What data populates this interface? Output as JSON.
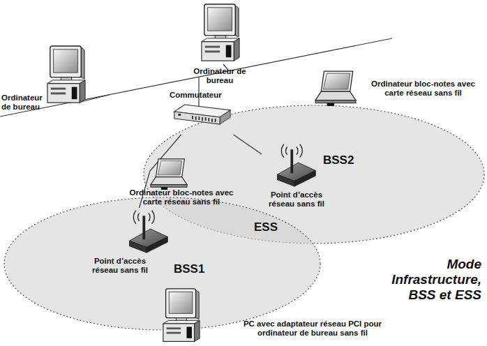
{
  "diagram": {
    "caption": "Mode Infrastructure, BSS et ESS",
    "nodes": [
      {
        "text": [
          "Ordinateur de bureau"
        ]
      },
      {
        "text": [
          "Ordinateur de bureau"
        ]
      },
      {
        "text": [
          "Commutateur"
        ]
      },
      {
        "text": [
          "Ordinateur bloc-notes avec carte réseau sans fil"
        ]
      },
      {
        "text": [
          "BSS2"
        ]
      },
      {
        "text": [
          "Point d’accès réseau sans fil"
        ],
        "in": 4
      },
      {
        "text": [
          "Ordinateur bloc-notes avec carte réseau sans fil"
        ]
      },
      {
        "text": [
          "BSS1"
        ]
      },
      {
        "text": [
          "Point d’accès réseau sans fil"
        ],
        "in": 7
      },
      {
        "text": [
          "PC avec adaptateur réseau PCI pour ordinateur de bureau sans fil"
        ]
      }
    ],
    "edges": [
      {
        "from": 2,
        "to": 5,
        "arrow": "none"
      },
      {
        "from": 2,
        "to": 8,
        "arrow": "none"
      }
    ],
    "labels": [
      "ESS"
    ]
  }
}
